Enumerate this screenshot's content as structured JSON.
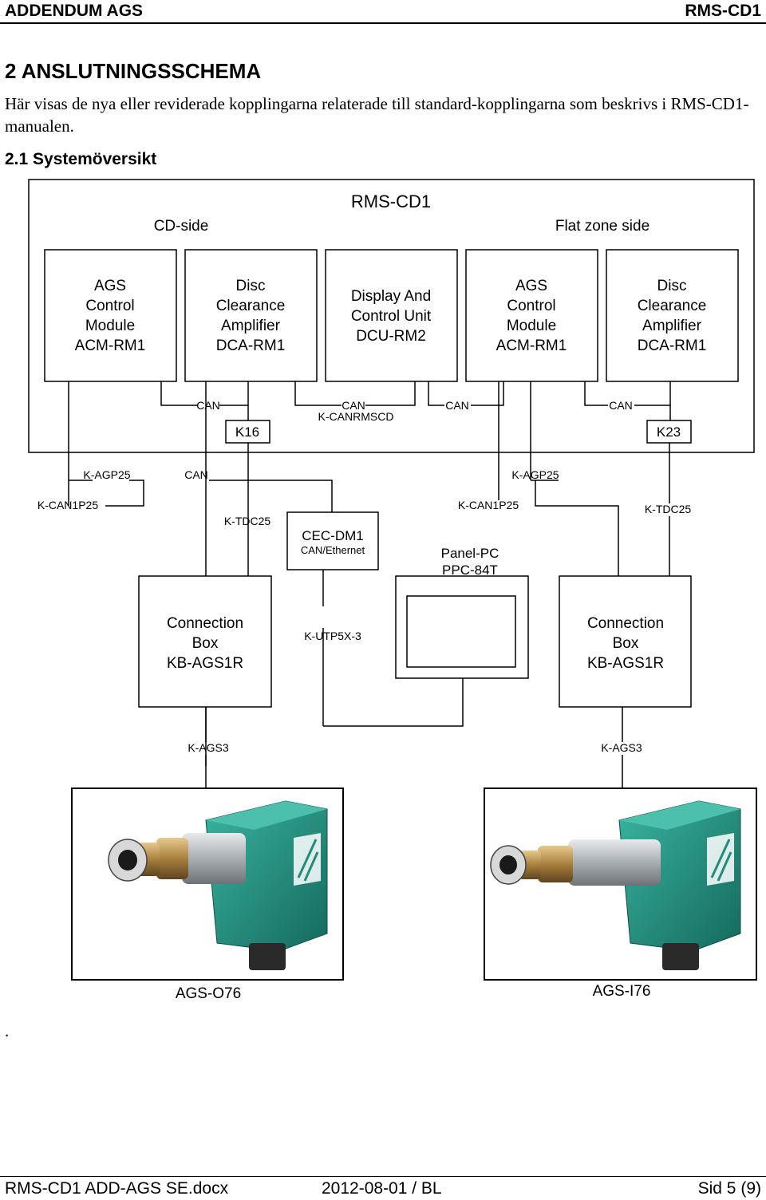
{
  "header": {
    "left": "ADDENDUM AGS",
    "right": "RMS-CD1"
  },
  "section_title": "2  ANSLUTNINGSSCHEMA",
  "intro_text": "Här visas de nya eller reviderade kopplingarna relaterade till standard-kopplingarna som beskrivs i RMS-CD1-manualen.",
  "subsection_title": "2.1   Systemöversikt",
  "diagram": {
    "system_title": "RMS-CD1",
    "cd_side_label": "CD-side",
    "flat_side_label": "Flat zone side",
    "modules": [
      {
        "lines": [
          "AGS",
          "Control",
          "Module",
          "ACM-RM1"
        ]
      },
      {
        "lines": [
          "Disc",
          "Clearance",
          "Amplifier",
          "DCA-RM1"
        ]
      },
      {
        "lines": [
          "Display And",
          "Control Unit",
          "DCU-RM2"
        ]
      },
      {
        "lines": [
          "AGS",
          "Control",
          "Module",
          "ACM-RM1"
        ]
      },
      {
        "lines": [
          "Disc",
          "Clearance",
          "Amplifier",
          "DCA-RM1"
        ]
      }
    ],
    "bus_labels": [
      "CAN",
      "CAN",
      "CAN",
      "CAN",
      "CAN"
    ],
    "cable_k_canrmscd": "K-CANRMSCD",
    "cable_k16": "K16",
    "cable_k23": "K23",
    "cable_k_agp25": [
      "K-AGP25",
      "K-AGP25"
    ],
    "cable_k_can1p25": [
      "K-CAN1P25",
      "K-CAN1P25"
    ],
    "cable_k_tdc25": [
      "K-TDC25",
      "K-TDC25"
    ],
    "cec_label": "CEC-DM1",
    "cec_sublabel": "CAN/Ethernet",
    "panel_label": "Panel-PC",
    "panel_model": "PPC-84T",
    "connection_boxes": [
      {
        "lines": [
          "Connection",
          "Box",
          "KB-AGS1R"
        ]
      },
      {
        "lines": [
          "Connection",
          "Box",
          "KB-AGS1R"
        ]
      }
    ],
    "cable_k_utp5x3": "K-UTP5X-3",
    "cable_k_ags3": [
      "K-AGS3",
      "K-AGS3"
    ],
    "gauges": [
      "AGS-O76",
      "AGS-I76"
    ]
  },
  "stray_mark": ".",
  "footer": {
    "left": "RMS-CD1 ADD-AGS SE.docx",
    "center": "2012-08-01 / BL",
    "right": "Sid 5 (9)"
  },
  "colors": {
    "housing_green": "#1f8c7c",
    "brass": "#b08a4a",
    "steel": "#c8ccd0"
  }
}
